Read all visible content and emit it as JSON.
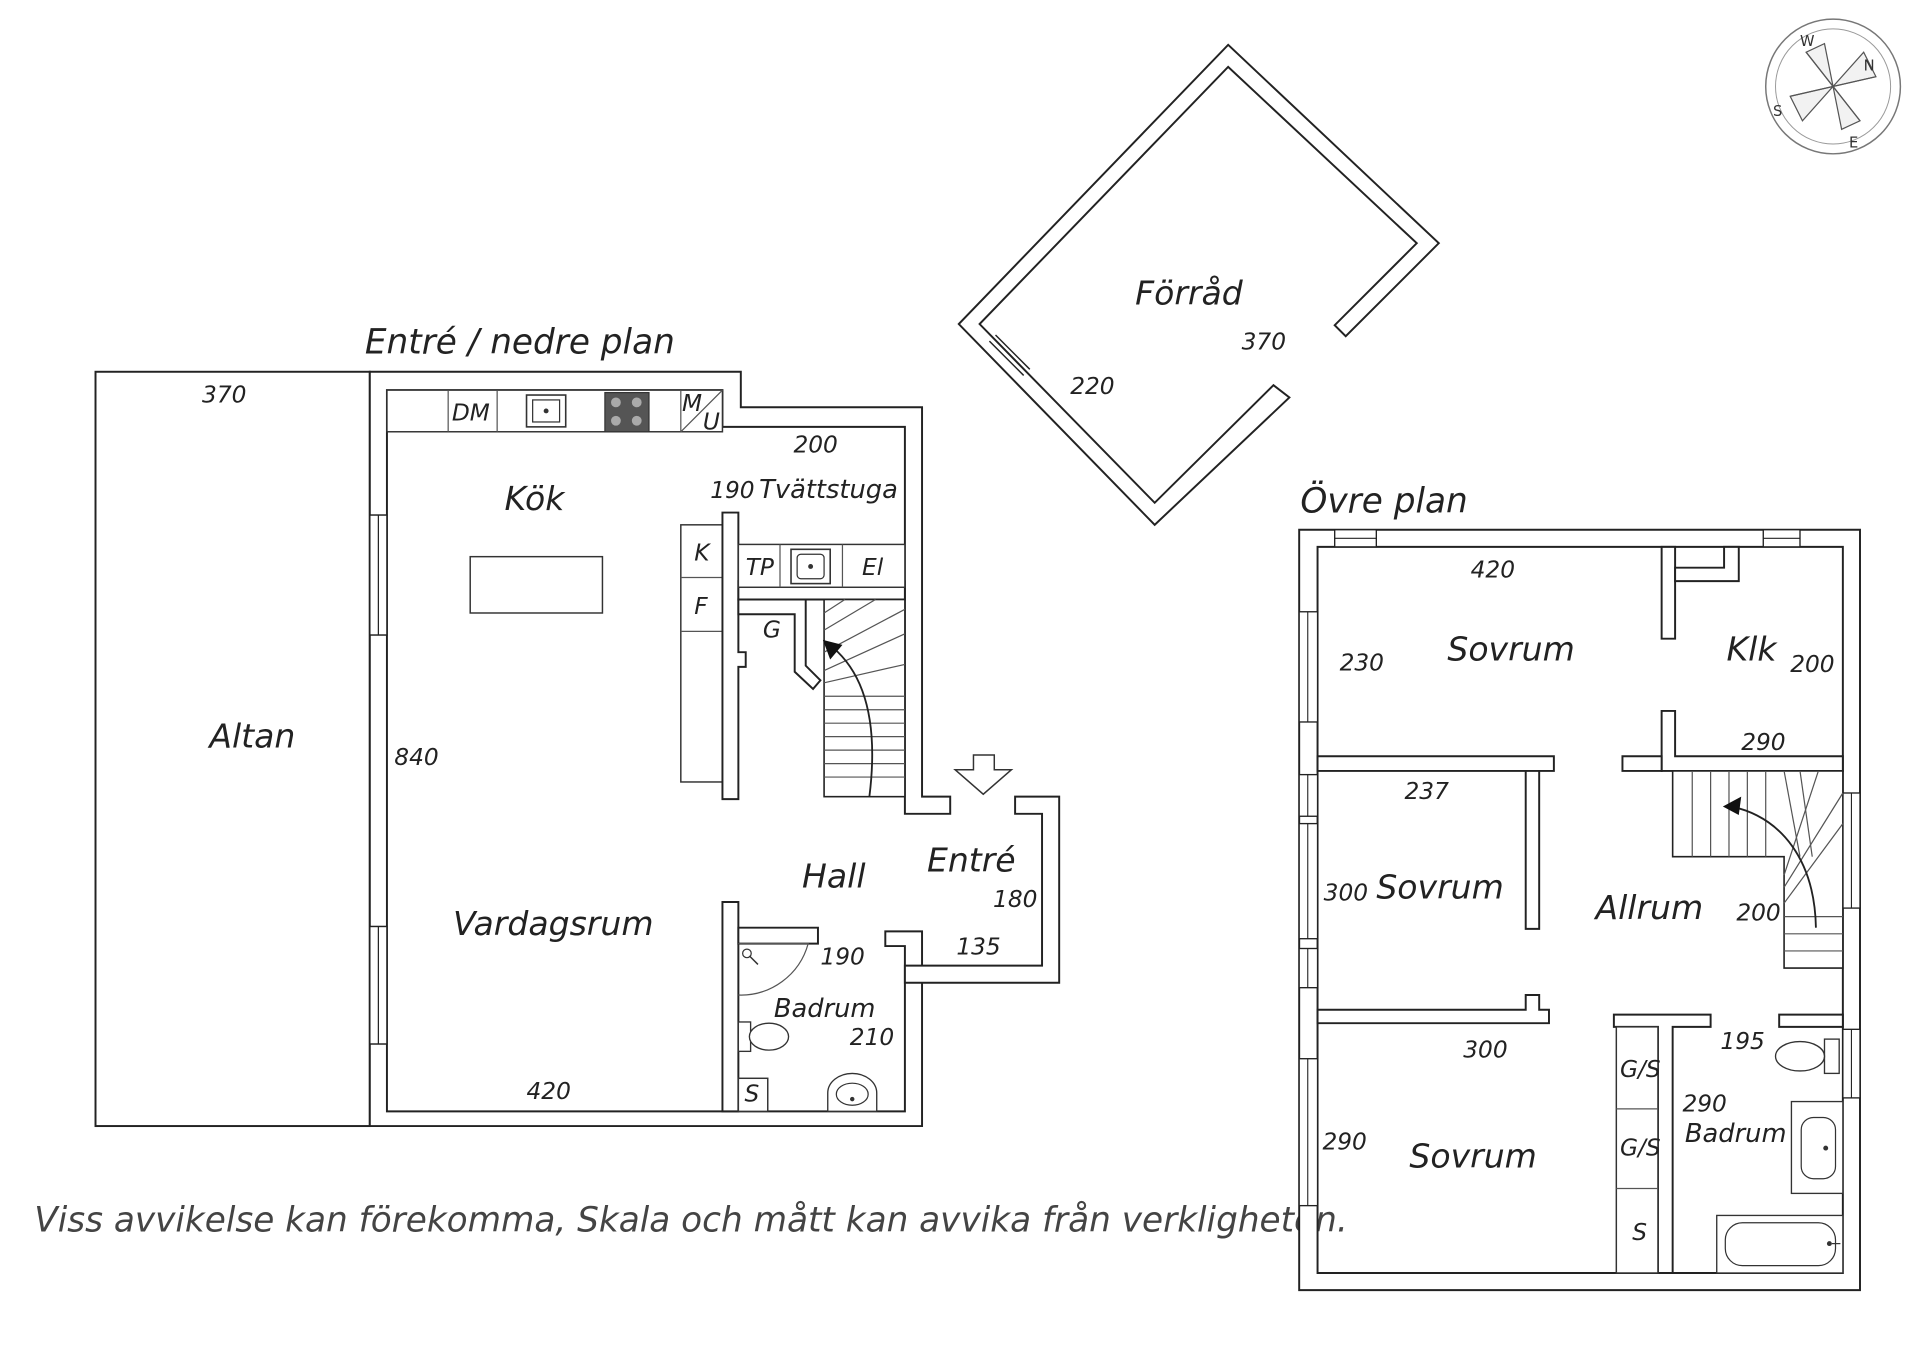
{
  "plans": {
    "lower": "Entré / nedre plan",
    "upper": "Övre plan"
  },
  "disclaimer": "Viss avvikelse kan förekomma, Skala och mått kan avvika från verkligheten.",
  "compass": {
    "n": "N",
    "w": "W",
    "s": "S",
    "e": "E"
  },
  "rooms": {
    "forrad": "Förråd",
    "altan": "Altan",
    "kok": "Kök",
    "tvattstuga": "Tvättstuga",
    "vardagsrum": "Vardagsrum",
    "hall": "Hall",
    "entre": "Entré",
    "badrum_lower": "Badrum",
    "sovrum_1": "Sovrum",
    "klk": "Klk",
    "sovrum_2": "Sovrum",
    "allrum": "Allrum",
    "sovrum_3": "Sovrum",
    "badrum_upper": "Badrum"
  },
  "dims": {
    "forrad_a": "370",
    "forrad_b": "220",
    "altan": "370",
    "kok_200": "200",
    "tvatt_190": "190",
    "lower_840": "840",
    "lower_180": "180",
    "lower_135": "135",
    "bad_190": "190",
    "bad_210": "210",
    "lower_420": "420",
    "up_420": "420",
    "up_230": "230",
    "klk_200": "200",
    "klk_290": "290",
    "up_237": "237",
    "up_300a": "300",
    "allrum_200": "200",
    "up_300b": "300",
    "up_195": "195",
    "up_290a": "290",
    "up_290b": "290"
  },
  "fixtures": {
    "dm": "DM",
    "m": "M",
    "u": "U",
    "k": "K",
    "f": "F",
    "tp": "TP",
    "el": "El",
    "g": "G",
    "s_lower": "S",
    "gs1": "G/S",
    "gs2": "G/S",
    "s_upper": "S"
  }
}
